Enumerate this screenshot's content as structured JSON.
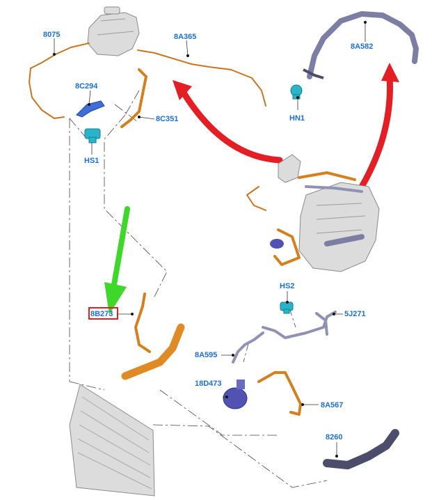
{
  "diagram": {
    "part_labels": [
      "8075",
      "8A365",
      "8A582",
      "8C294",
      "HN1",
      "8C351",
      "HS1",
      "HS2",
      "5J271",
      "8B273",
      "8A595",
      "18D473",
      "8A567",
      "8260"
    ],
    "highlighted_label": "8B273",
    "colors": {
      "label_text": "#1b6fd6",
      "highlight_box": "#e31e24",
      "red_arrow": "#e31e24",
      "green_arrow": "#3fd82a",
      "coolant_hose_orange": "#d4801f",
      "hose_purple": "#7c7fa3",
      "fastener_teal": "#2ab4c9"
    },
    "icons": [
      "coolant-reservoir-icon",
      "engine-assembly-icon",
      "radiator-icon",
      "water-pump-icon",
      "red-arrow-icon",
      "green-arrow-icon"
    ]
  }
}
